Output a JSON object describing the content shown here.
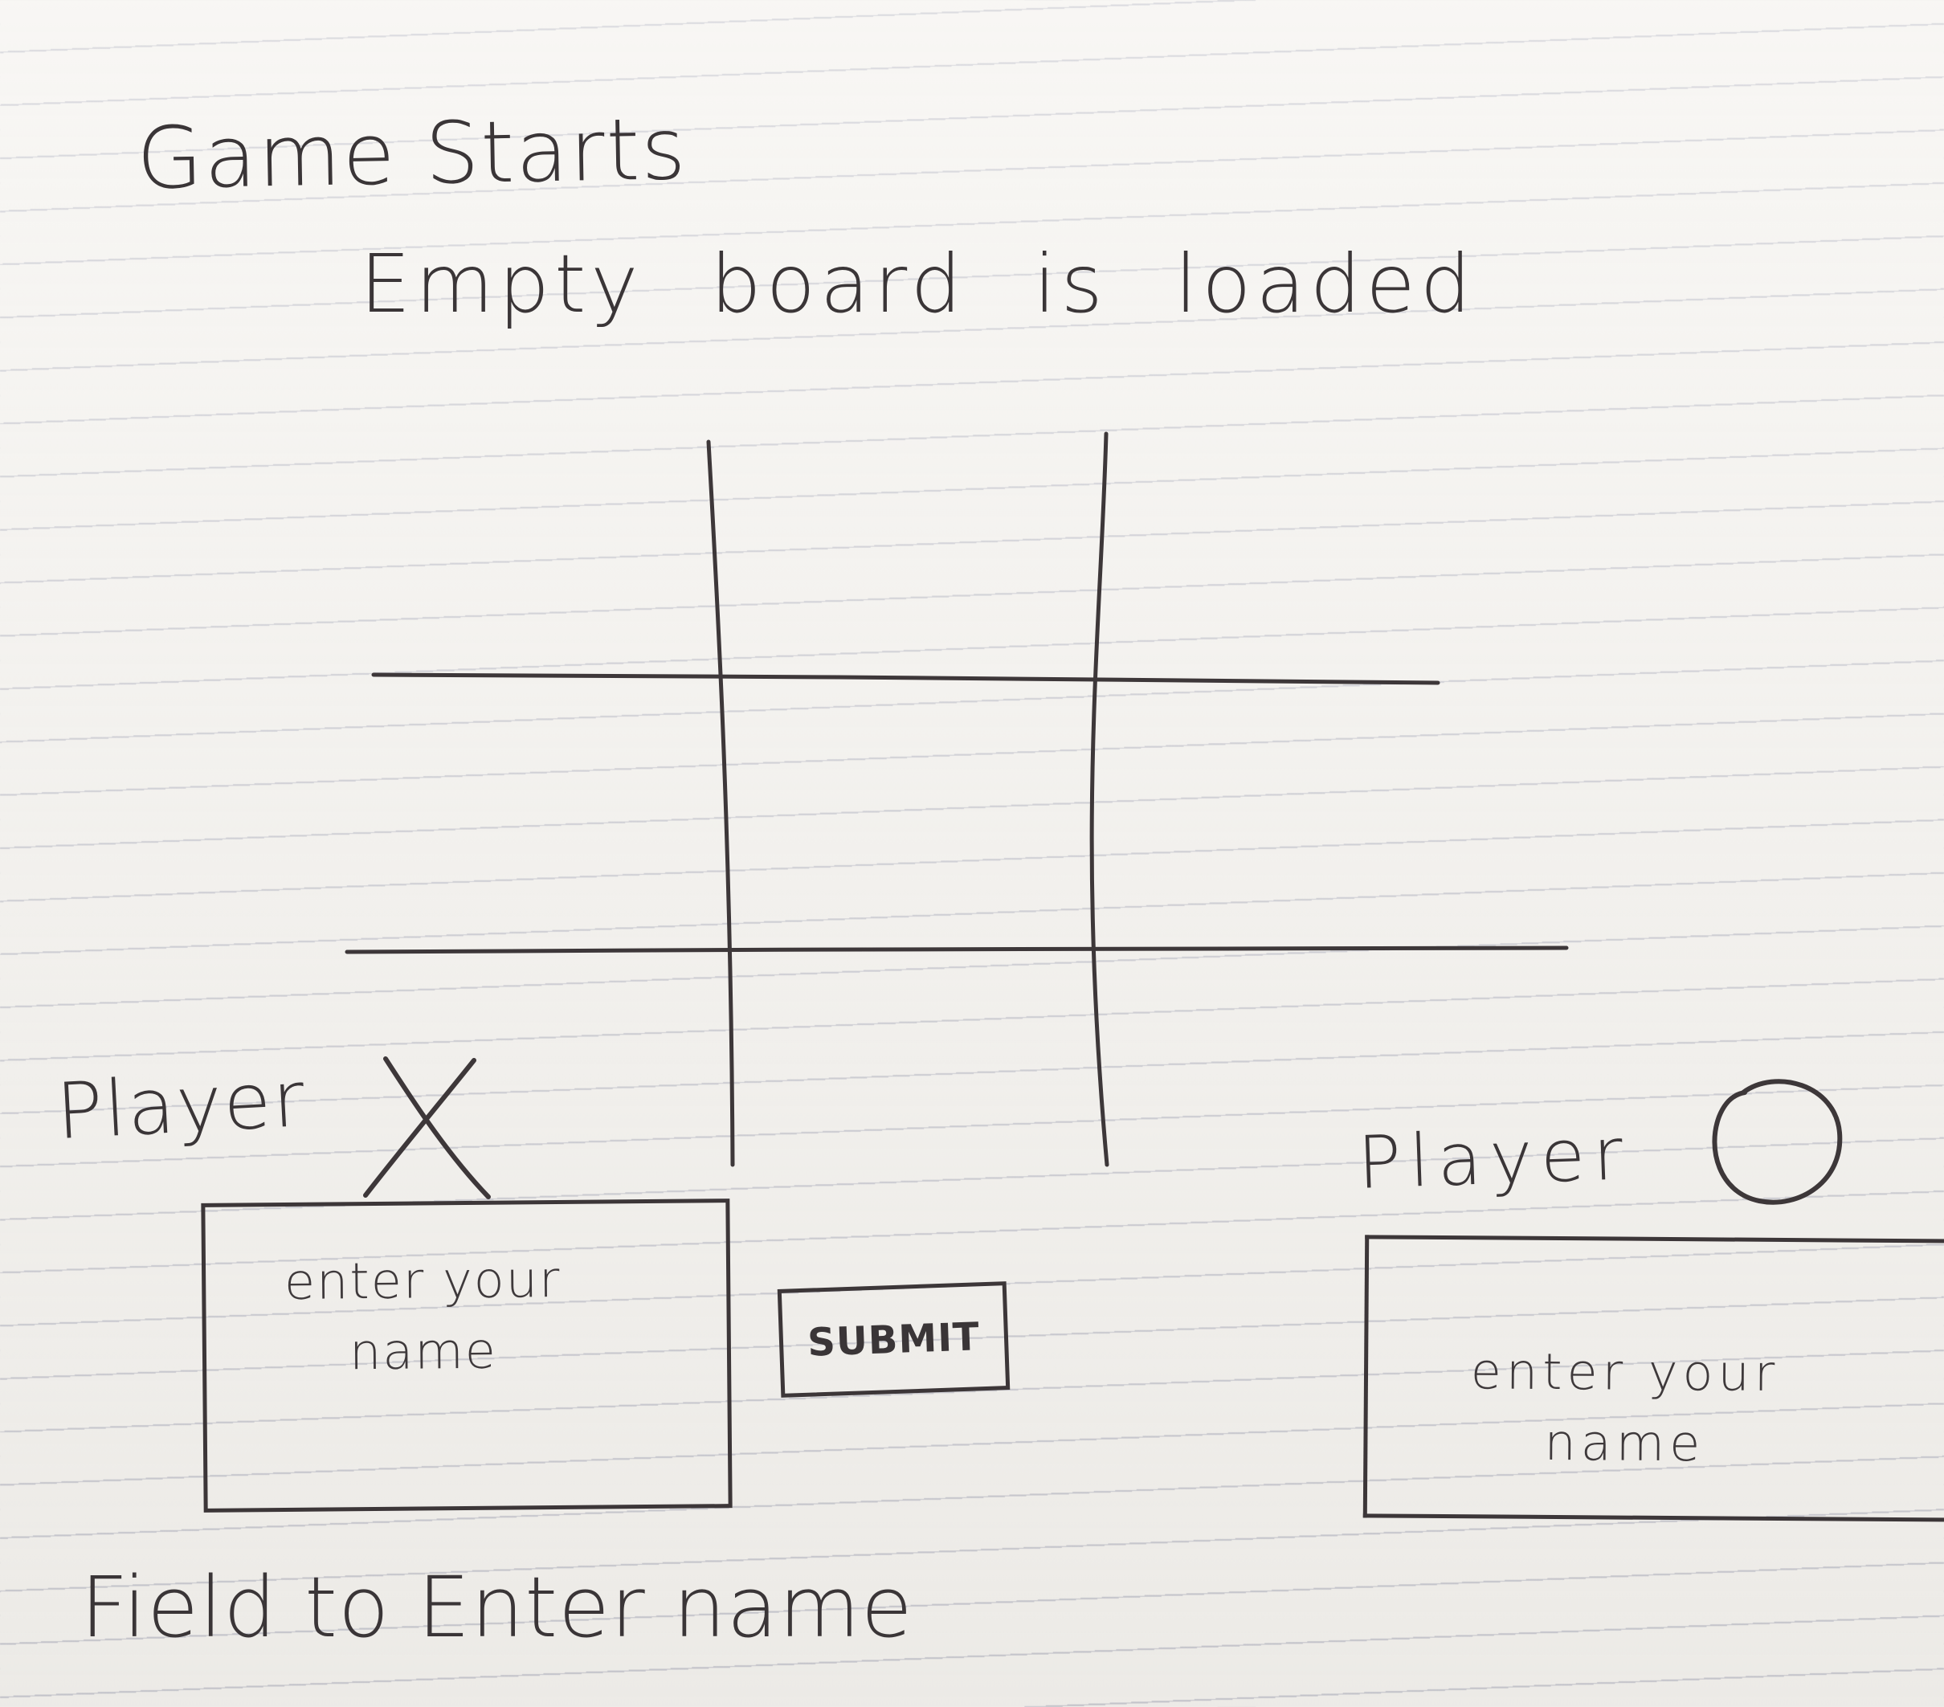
{
  "header": {
    "title": "Game Starts",
    "subtitle": "Empty board is loaded"
  },
  "board": {
    "rows": 3,
    "columns": 3,
    "cells": [
      "",
      "",
      "",
      "",
      "",
      "",
      "",
      "",
      ""
    ]
  },
  "players": {
    "x": {
      "label": "Player",
      "mark": "X",
      "name_placeholder": "enter your name",
      "submit_label": "SUBMIT"
    },
    "o": {
      "label": "Player",
      "mark": "O",
      "name_placeholder": "enter your name"
    }
  },
  "footer": {
    "caption": "Field to Enter name"
  },
  "colors": {
    "ink": "#3a3537",
    "paper": "#f4f2ee",
    "rule_line": "#7478a0"
  }
}
